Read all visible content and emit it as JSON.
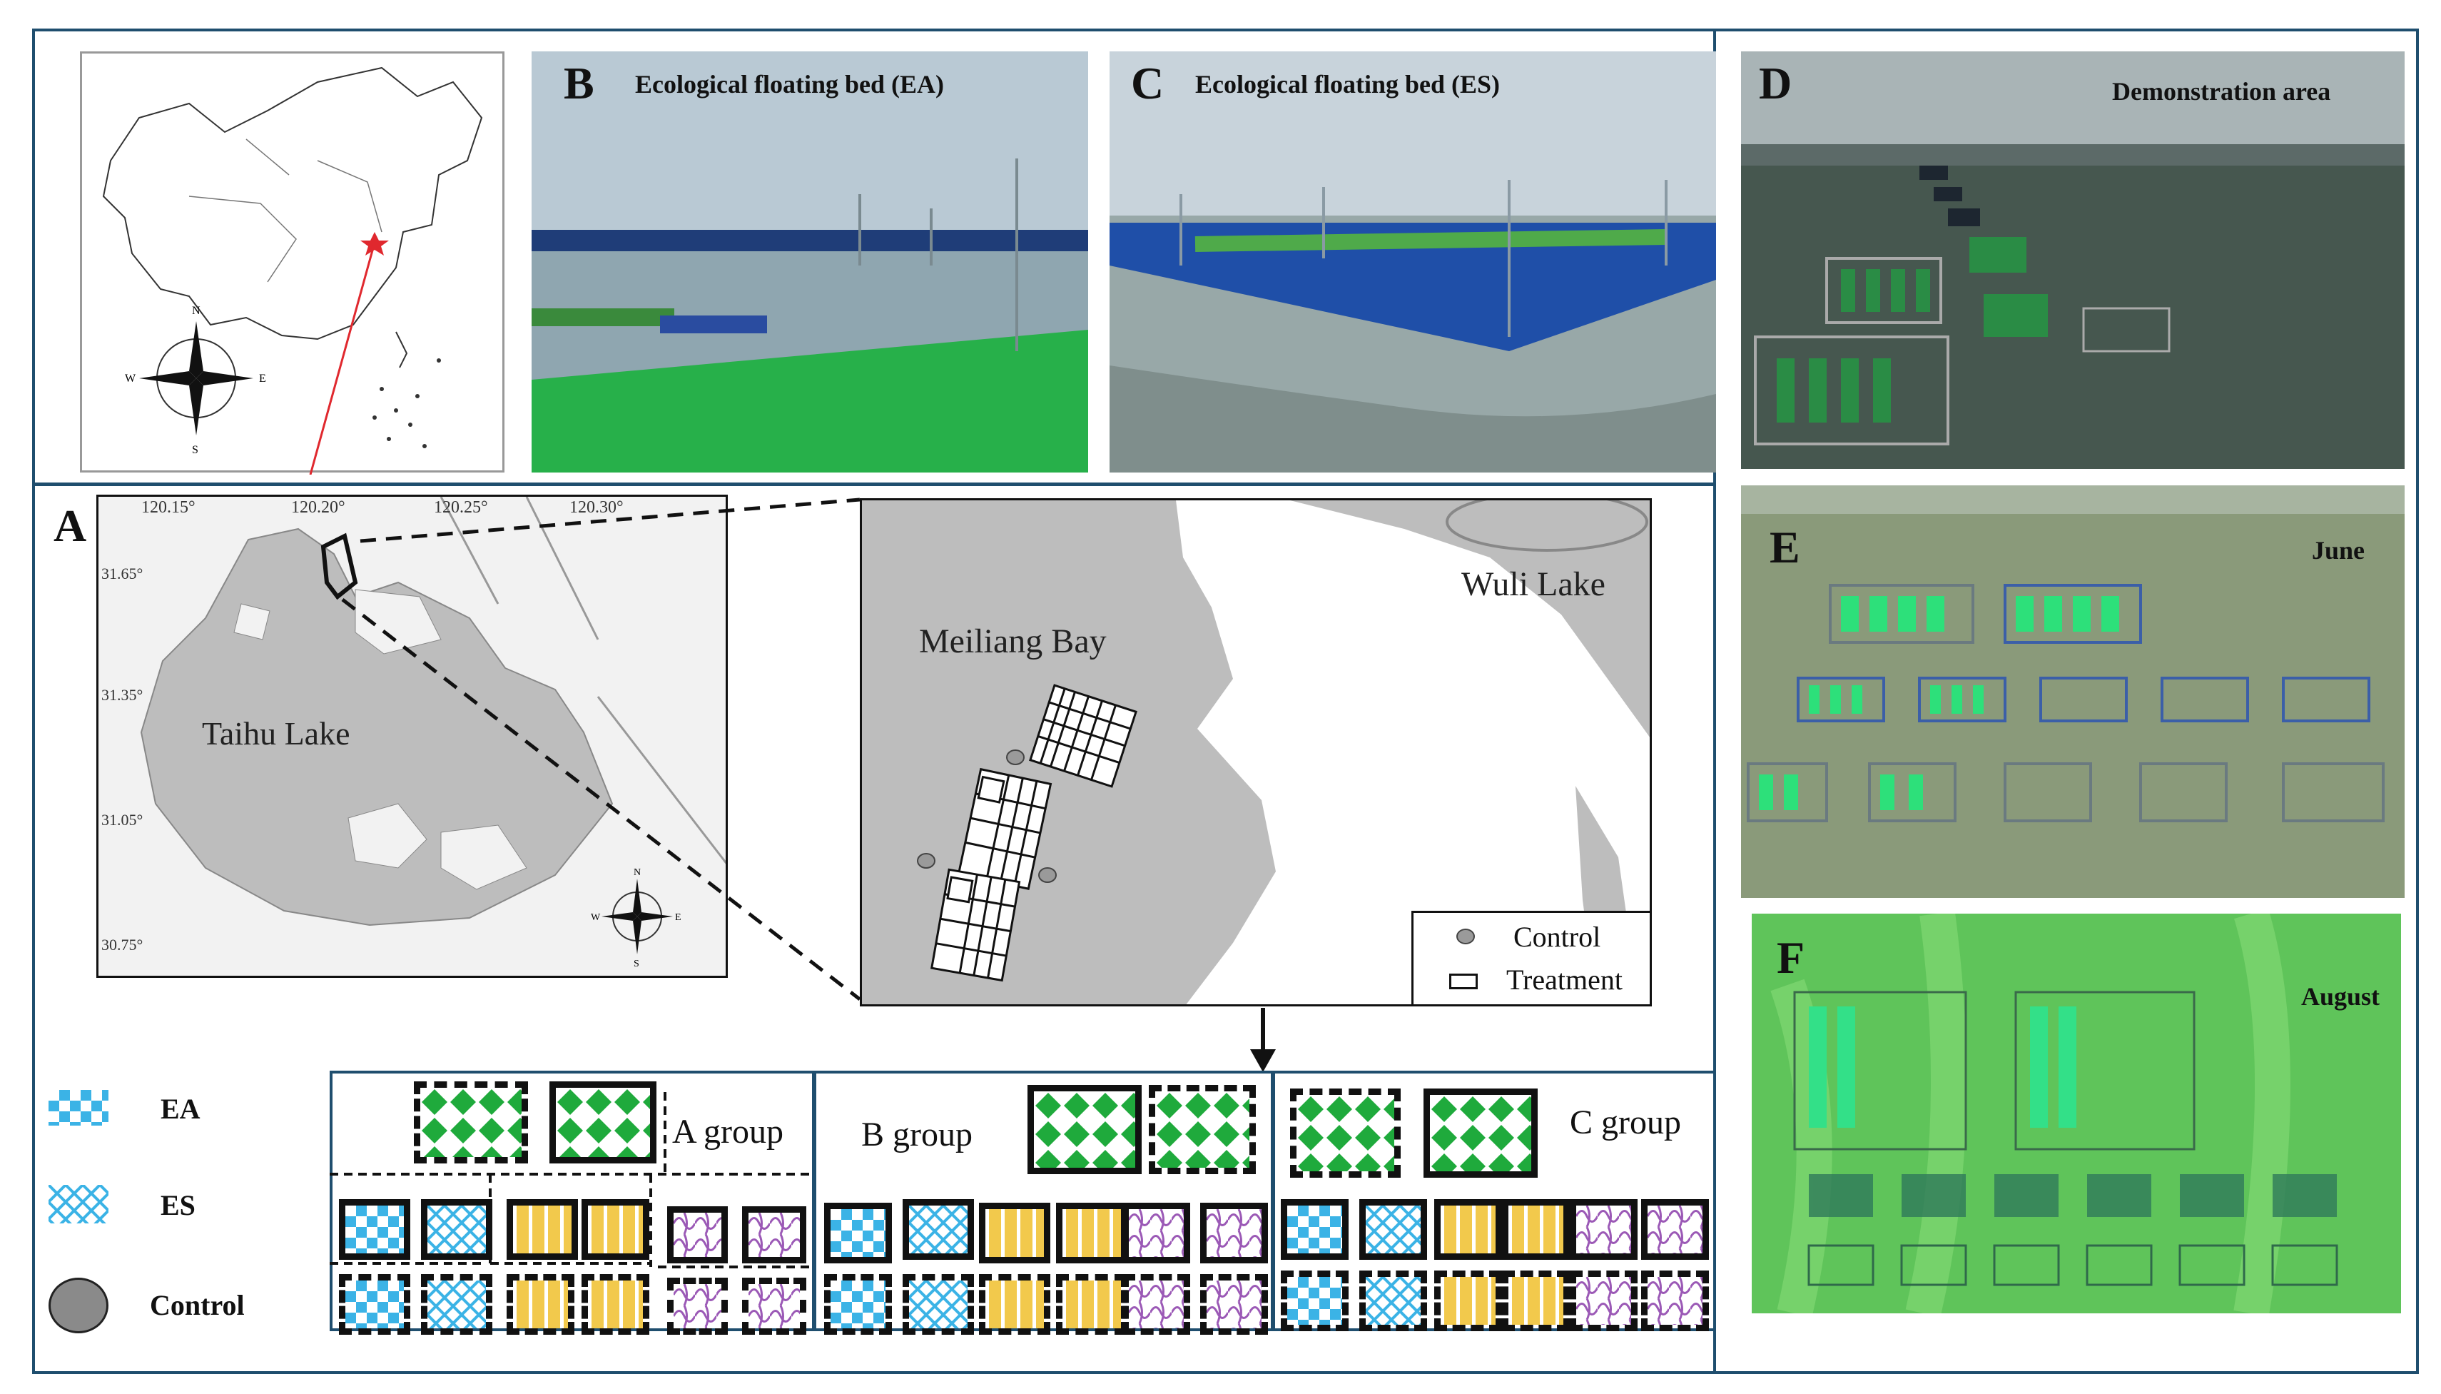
{
  "panels": {
    "A": {
      "letter": "A",
      "lon_ticks": [
        "120.15°",
        "120.20°",
        "120.25°",
        "120.30°"
      ],
      "lat_ticks": [
        "31.65°",
        "31.35°",
        "31.05°",
        "30.75°"
      ],
      "lake_label": "Taihu Lake"
    },
    "B": {
      "letter": "B",
      "caption": "Ecological floating bed (EA)"
    },
    "C": {
      "letter": "C",
      "caption": "Ecological floating bed (ES)"
    },
    "D": {
      "letter": "D",
      "caption": "Demonstration area"
    },
    "E": {
      "letter": "E",
      "caption": "June"
    },
    "F": {
      "letter": "F",
      "caption": "August"
    }
  },
  "compass": {
    "n": "N",
    "s": "S",
    "e": "E",
    "w": "W"
  },
  "inset": {
    "bay_label": "Meiliang Bay",
    "lake_label": "Wuli Lake",
    "legend": {
      "control": "Control",
      "treatment": "Treatment"
    }
  },
  "legend": {
    "ea": "EA",
    "es": "ES",
    "control": "Control"
  },
  "groups": {
    "a": "A group",
    "b": "B group",
    "c": "C group"
  },
  "colors": {
    "frame": "#1f4e6e",
    "ea": "#3bb3e6",
    "es": "#7fd3f2",
    "green": "#1faa3c",
    "yellow": "#f2c94c",
    "purple": "#9b59b6",
    "water": "#b8b8b8"
  }
}
